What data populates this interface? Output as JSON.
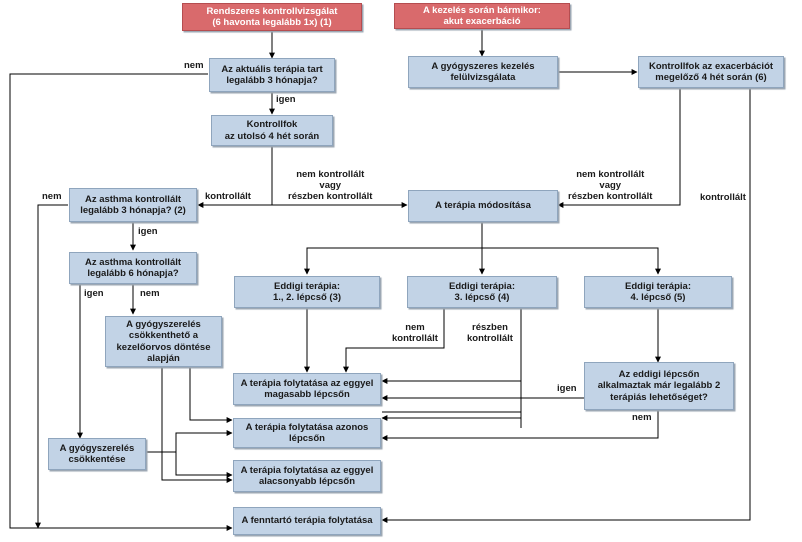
{
  "nodes": {
    "periodic_check": "Rendszeres kontrollvizsgálat\n(6 havonta legalább 1x) (1)",
    "anytime_exacerbation": "A kezelés során bármikor:\nakut exacerbáció",
    "therapy_3_months": "Az aktuális terápia tart\nlegalább 3 hónapja?",
    "review_medication": "A gyógyszeres kezelés\nfelülvizsgálata",
    "control_before_exac": "Kontrollfok az exacerbációt\nmegelőző 4 hét során (6)",
    "control_last_4_weeks": "Kontrollfok\naz utolsó 4 hét során",
    "asthma_controlled_3m": "Az asthma kontrollált\nlegalább 3 hónapja? (2)",
    "therapy_modification": "A terápia módosítása",
    "asthma_controlled_6m": "Az asthma kontrollált\nlegalább 6 hónapja?",
    "prior_step_1_2": "Eddigi terápia:\n1., 2. lépcső (3)",
    "prior_step_3": "Eddigi terápia:\n3. lépcső (4)",
    "prior_step_4": "Eddigi terápia:\n4. lépcső (5)",
    "reduction_by_physician": "A gyógyszerelés\ncsökkenthető a\nkezelőorvos döntése\nalapján",
    "continue_higher": "A terápia folytatása az eggyel\nmagasabb lépcsőn",
    "step_two_options": "Az eddigi lépcsőn\nalkalmaztak már legalább 2\nterápiás lehetőséget?",
    "continue_same": "A terápia folytatása azonos\nlépcsőn",
    "reduce_medication": "A gyógyszerelés\ncsökkentése",
    "continue_lower": "A terápia folytatása az eggyel\nalacsonyabb lépcsőn",
    "maintenance": "A fenntartó terápia folytatása"
  },
  "labels": {
    "nem_top": "nem",
    "igen_1": "igen",
    "nem_left": "nem",
    "kontrollalt_mid": "kontrollált",
    "not_controlled_left": "nem kontrollált\nvagy\nrészben kontrollált",
    "not_controlled_right": "nem kontrollált\nvagy\nrészben kontrollált",
    "kontrollalt_right": "kontrollált",
    "igen_2": "igen",
    "igen_3": "igen",
    "nem_6m": "nem",
    "nem_kontrollalt_step3": "nem\nkontrollált",
    "reszben_kontrollalt_step3": "részben\nkontrollált",
    "igen_step4": "igen",
    "nem_step4": "nem"
  }
}
